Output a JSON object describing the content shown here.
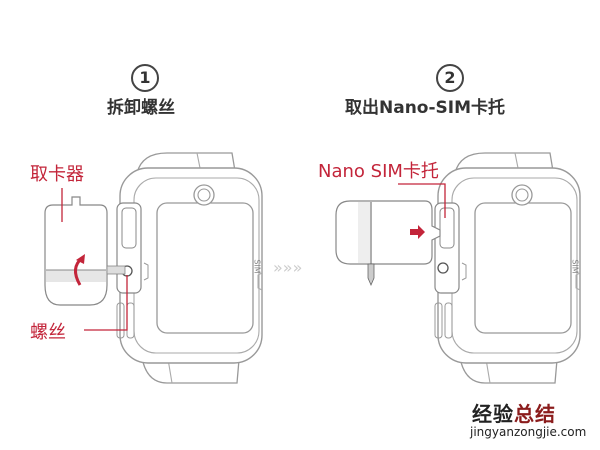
{
  "steps": [
    {
      "number": "1",
      "title": "拆卸螺丝",
      "labels": {
        "tool": "取卡器",
        "screw": "螺丝"
      }
    },
    {
      "number": "2",
      "title": "取出Nano-SIM卡托",
      "labels": {
        "tray": "Nano SIM卡托"
      }
    }
  ],
  "watch_side_label": "SIM",
  "separator": "»»»",
  "watermark": {
    "line1_black": "经验",
    "line1_red": "总结",
    "line2": "jingyanzongjie.com"
  },
  "colors": {
    "accent": "#c3253a",
    "line": "#888888"
  }
}
